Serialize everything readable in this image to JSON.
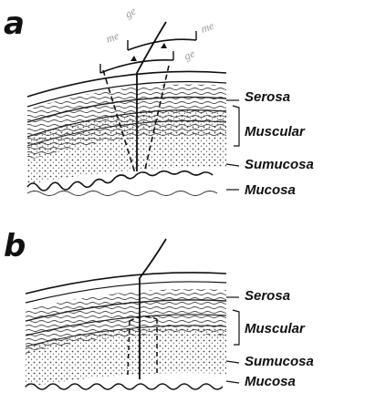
{
  "panels": [
    {
      "letter": "a",
      "labels": {
        "serosa": "Serosa",
        "muscular": "Muscular",
        "submucosa": "Sumucosa",
        "mucosa": "Mucosa"
      },
      "annotations": [
        "me",
        "ge",
        "me",
        "ge"
      ]
    },
    {
      "letter": "b",
      "labels": {
        "serosa": "Serosa",
        "muscular": "Muscular",
        "submucosa": "Sumucosa",
        "mucosa": "Mucosa"
      }
    }
  ]
}
